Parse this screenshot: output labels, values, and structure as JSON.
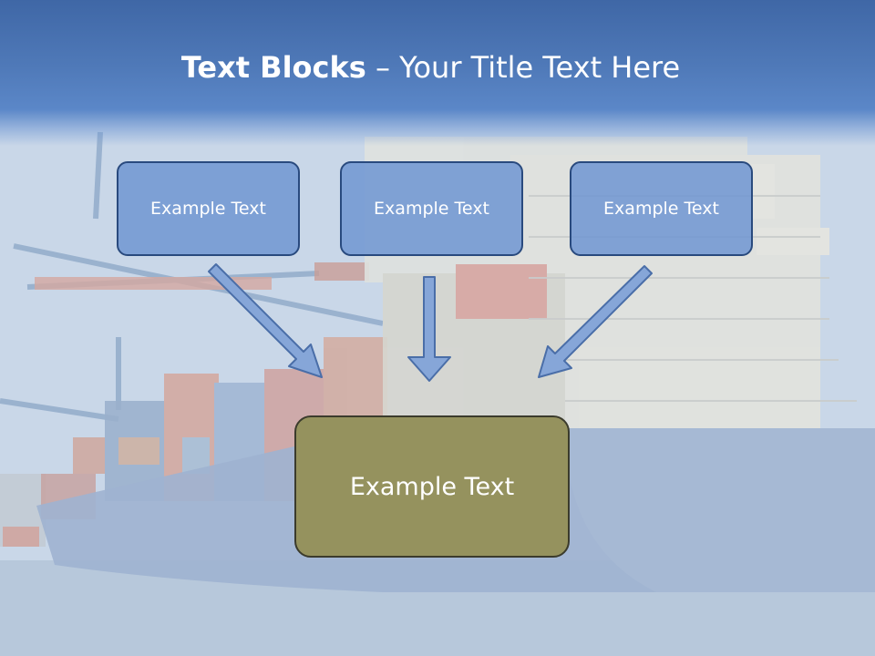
{
  "slide": {
    "title_bold": "Text Blocks",
    "title_dash": " – ",
    "title_rest": "Your Title Text Here",
    "boxes": [
      {
        "label": "Example Text"
      },
      {
        "label": "Example Text"
      },
      {
        "label": "Example Text"
      }
    ],
    "bottom_box": {
      "label": "Example Text"
    }
  },
  "colors": {
    "title_band": "#4f79b8",
    "box_fill": "#7096d2",
    "box_border": "#294a7e",
    "bottom_box_fill": "#95925e",
    "arrow_fill": "#86a6d8"
  }
}
